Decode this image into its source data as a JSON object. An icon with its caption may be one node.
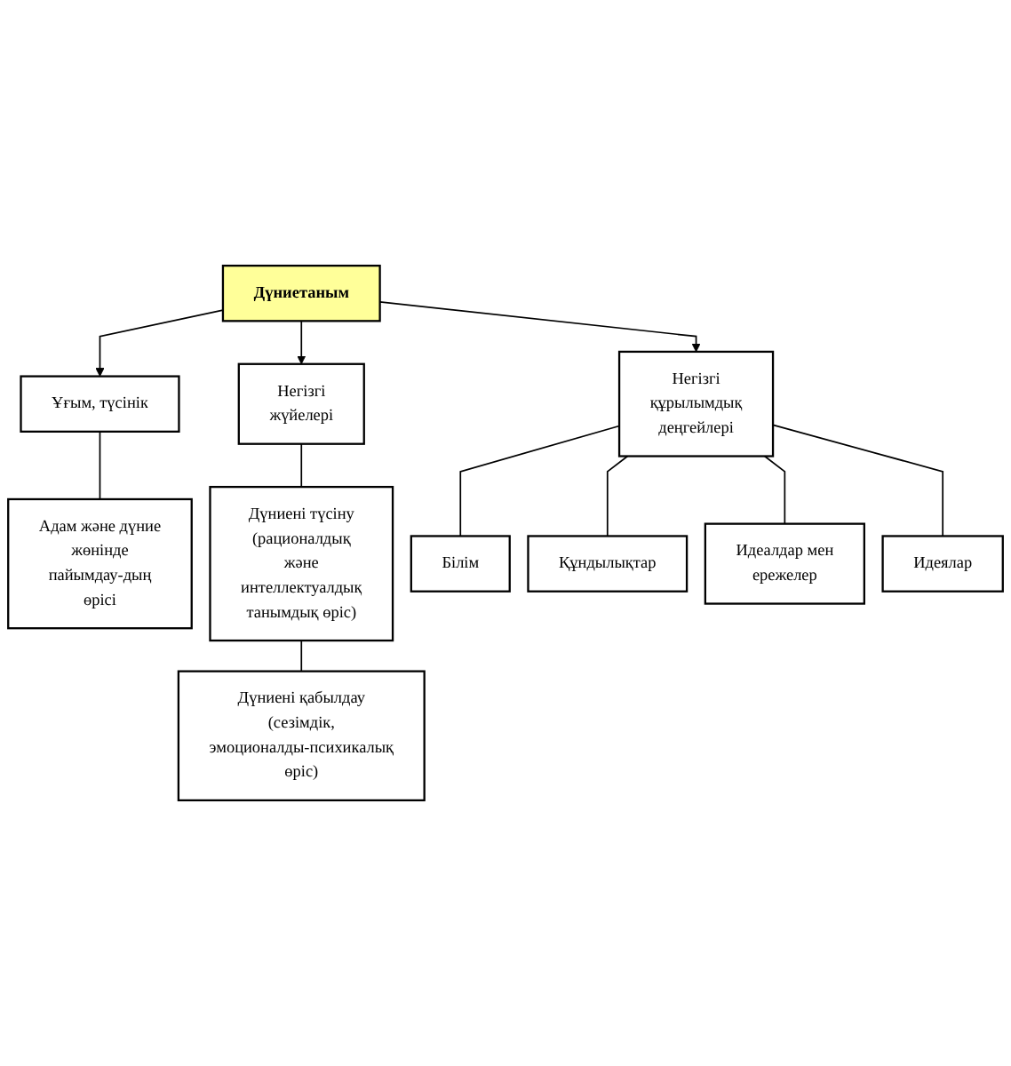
{
  "diagram": {
    "nodes": [
      {
        "text": [
          "Дүниетаным"
        ]
      },
      {
        "text": [
          "Ұғым, түсінік"
        ]
      },
      {
        "text": [
          "Негізгі жүйелері"
        ]
      },
      {
        "text": [
          "Негізгі құрылымдық деңгейлері"
        ]
      },
      {
        "text": [
          "Адам және дүние жөнінде пайымдау-дың өрісі"
        ]
      },
      {
        "text": [
          "Дүниені түсіну (рационалдық және интеллектуалдық танымдық өріс)"
        ]
      },
      {
        "text": [
          "Дүниені қабылдау (сезімдік, эмоционалды-психикалық өріс)"
        ]
      },
      {
        "text": [
          "Білім"
        ]
      },
      {
        "text": [
          "Құндылықтар"
        ]
      },
      {
        "text": [
          "Идеалдар мен ережелер"
        ]
      },
      {
        "text": [
          "Идеялар"
        ]
      }
    ],
    "edges": [
      {
        "from": 0,
        "to": 1,
        "arrow": "to"
      },
      {
        "from": 0,
        "to": 2,
        "arrow": "to"
      },
      {
        "from": 0,
        "to": 3,
        "arrow": "to"
      },
      {
        "from": 1,
        "to": 4,
        "arrow": "none"
      },
      {
        "from": 2,
        "to": 5,
        "arrow": "none"
      },
      {
        "from": 5,
        "to": 6,
        "arrow": "none"
      },
      {
        "from": 3,
        "to": 7,
        "arrow": "none"
      },
      {
        "from": 3,
        "to": 8,
        "arrow": "none"
      },
      {
        "from": 3,
        "to": 9,
        "arrow": "none"
      },
      {
        "from": 3,
        "to": 10,
        "arrow": "none"
      }
    ]
  }
}
